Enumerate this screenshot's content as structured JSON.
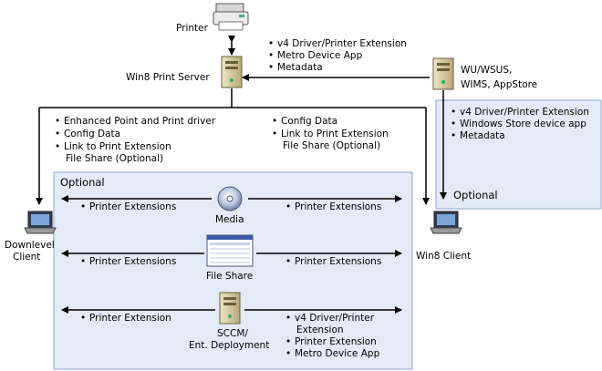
{
  "nodes": {
    "printer": {
      "label": "Printer",
      "icon": "printer-icon"
    },
    "print_server": {
      "label": "Win8 Print Server",
      "icon": "server-icon"
    },
    "wu_server": {
      "label_line1": "WU/WSUS,",
      "label_line2": "WIMS, AppStore",
      "icon": "server-icon"
    },
    "downlevel_client": {
      "label_line1": "Downlevel",
      "label_line2": "Client",
      "icon": "laptop-icon"
    },
    "win8_client": {
      "label": "Win8 Client",
      "icon": "laptop-icon"
    },
    "media": {
      "label": "Media",
      "icon": "disc-icon"
    },
    "file_share": {
      "label": "File Share",
      "icon": "file-share-window-icon"
    },
    "sccm": {
      "label_line1": "SCCM/",
      "label_line2": "Ent. Deployment",
      "icon": "server-icon"
    }
  },
  "lists": {
    "wu_to_server": [
      "v4 Driver/Printer Extension",
      "Metro Device App",
      "Metadata"
    ],
    "server_to_downlevel": [
      "Enhanced Point and Print driver",
      "Config Data",
      "Link to Print Extension",
      "File Share (Optional)"
    ],
    "server_to_win8": [
      "Config Data",
      "Link to Print Extension",
      "File Share (Optional)"
    ],
    "wu_to_win8": [
      "v4 Driver/Printer Extension",
      "Windows Store device app",
      "Metadata"
    ],
    "sccm_to_win8": [
      "v4 Driver/Printer",
      "Extension",
      "Printer Extension",
      "Metro Device App"
    ]
  },
  "optional_box": {
    "label": "Optional"
  },
  "wu_box": {
    "label": "Optional"
  },
  "arrows": {
    "media_left": "Printer Extensions",
    "media_right": "Printer Extensions",
    "fileshare_left": "Printer Extensions",
    "fileshare_right": "Printer Extensions",
    "sccm_left": "Printer Extension"
  },
  "colors": {
    "box_fill": "#e4eaf6",
    "box_border": "#8ea4d2",
    "line": "#000000"
  }
}
